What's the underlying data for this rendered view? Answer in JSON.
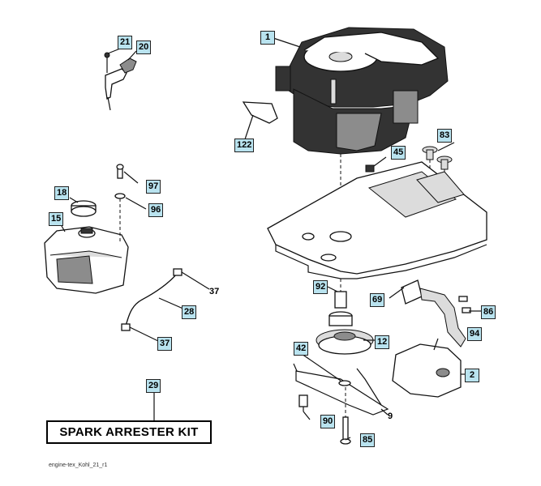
{
  "callouts": {
    "p1": "1",
    "p2": "2",
    "p9": "9",
    "p12": "12",
    "p15": "15",
    "p18": "18",
    "p20": "20",
    "p21": "21",
    "p28": "28",
    "p29": "29",
    "p37a": "37",
    "p37b": "37",
    "p42": "42",
    "p45": "45",
    "p69": "69",
    "p83": "83",
    "p85": "85",
    "p86": "86",
    "p90": "90",
    "p92": "92",
    "p94": "94",
    "p96": "96",
    "p97": "97",
    "p122": "122"
  },
  "kit_label": "SPARK ARRESTER KIT",
  "footer_code": "engine-tex_Kohl_21_r1"
}
